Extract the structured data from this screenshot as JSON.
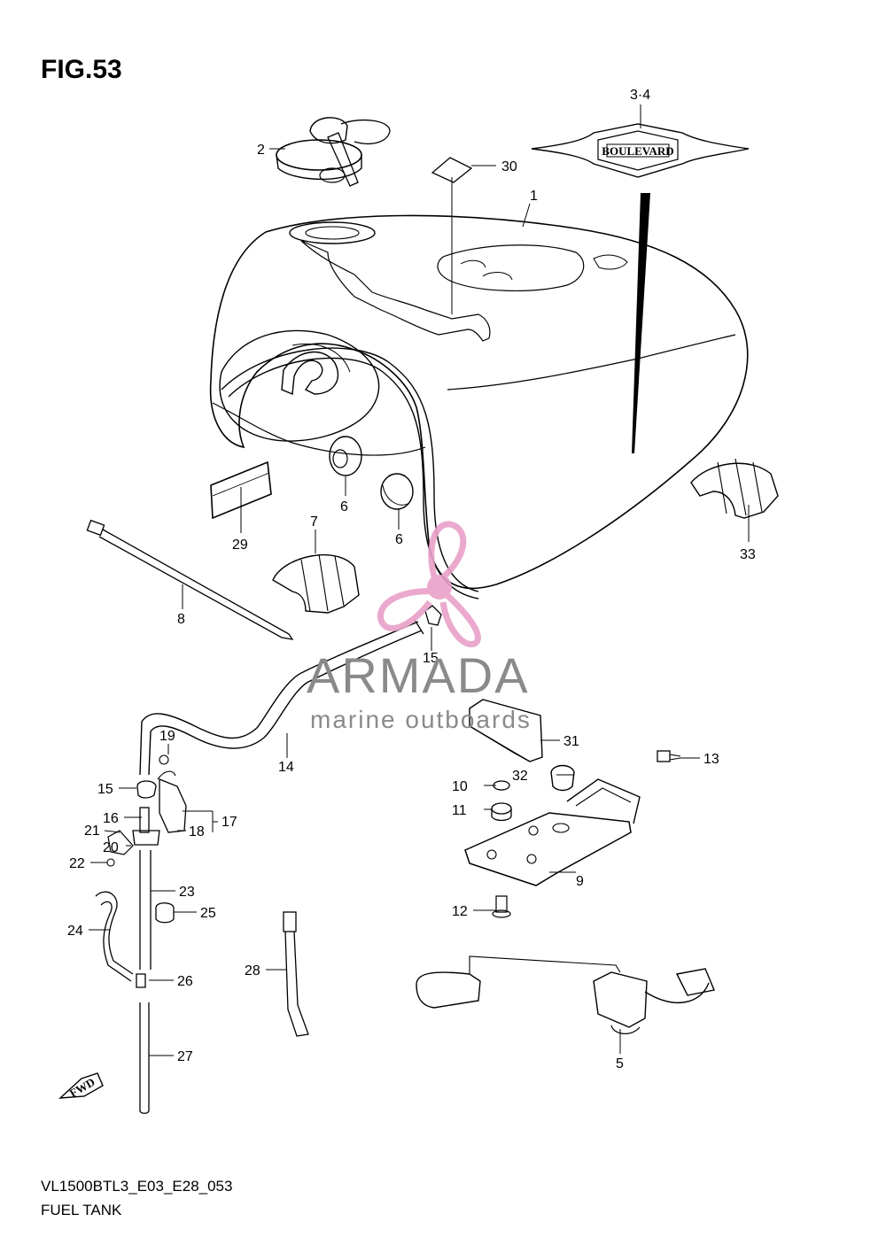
{
  "figure": {
    "title": "FIG.53",
    "code": "VL1500BTL3_E03_E28_053",
    "name": "FUEL TANK"
  },
  "watermark": {
    "brand": "ARMADA",
    "tagline": "marine outboards",
    "logo_color": "#e8a0c8",
    "text_color": "#8a8a8a"
  },
  "emblem_text": "BOULEVARD",
  "fwd_text": "FWD",
  "callouts": [
    "1",
    "2",
    "3·4",
    "5",
    "6",
    "6",
    "7",
    "8",
    "9",
    "10",
    "11",
    "12",
    "13",
    "14",
    "15",
    "15",
    "16",
    "17",
    "18",
    "19",
    "20",
    "21",
    "22",
    "23",
    "24",
    "25",
    "26",
    "27",
    "28",
    "29",
    "30",
    "31",
    "32",
    "33"
  ]
}
